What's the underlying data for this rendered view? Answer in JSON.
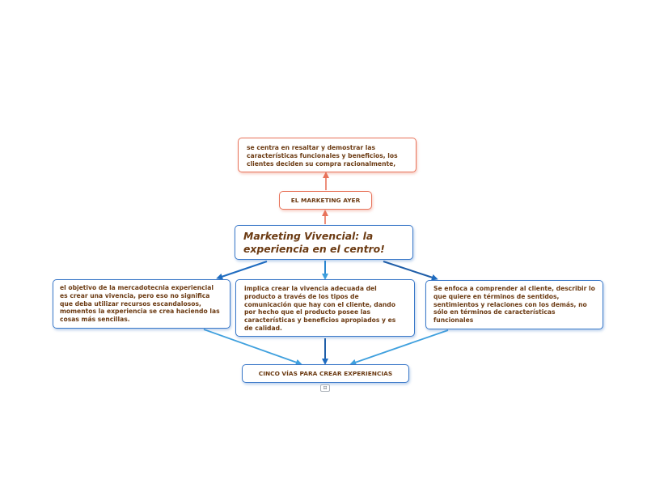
{
  "diagram": {
    "central_topic": "Marketing Vivencial: la experiencia en el centro!",
    "top_note": "se centra en resaltar y demostrar las características funcionales y beneficios, los clientes deciden su compra racionalmente,",
    "marketing_ayer": "EL MARKETING AYER",
    "left_note": "el objetivo de la mercadotecnia experiencial es crear una vivencia, pero eso no significa que deba utilizar recursos escandalosos, momentos la experiencia se crea haciendo las cosas más sencillas.",
    "middle_note": "implica crear la vivencia adecuada del producto a través de los tipos de comunicación que hay con el cliente, dando por hecho que el producto posee las características y beneficios apropiados y es de calidad.",
    "right_note": "Se enfoca a comprender al cliente, describir lo que quiere en términos de sentidos, sentimientos y relaciones con los demás, no sólo en términos de características funcionales",
    "cinco_vias": "CINCO VÍAS PARA CREAR EXPERIENCIAS",
    "collapse_marker": "⊟"
  },
  "colors": {
    "red_branch": "#e8735a",
    "blue_branch": "#3a78c8",
    "light_blue_link": "#3fa0de",
    "dark_blue_link": "#1f5ea8",
    "text": "#6b3a12"
  }
}
